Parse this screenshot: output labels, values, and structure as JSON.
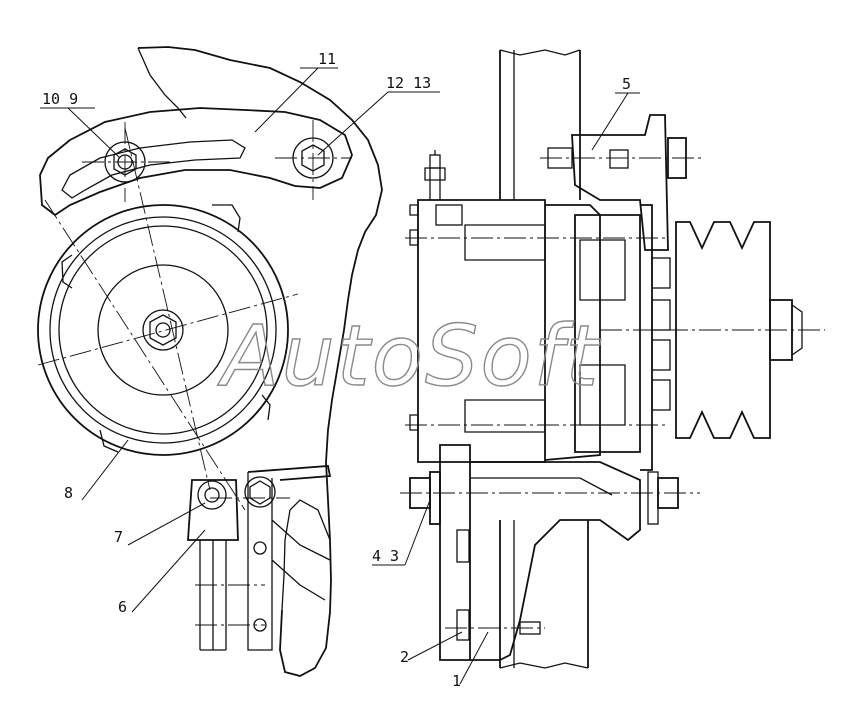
{
  "watermark": "AutoSoft",
  "callouts": {
    "c1": "1",
    "c2": "2",
    "c43": "4 3",
    "c5": "5",
    "c6": "6",
    "c7": "7",
    "c8": "8",
    "c109": "10  9",
    "c11": "11",
    "c1213": "12  13"
  }
}
